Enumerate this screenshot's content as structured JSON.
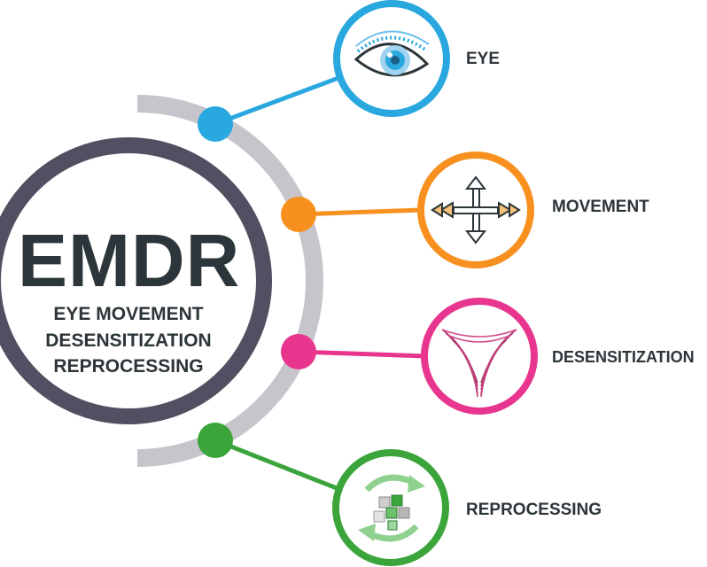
{
  "center": {
    "title": "EMDR",
    "subtitle_lines": [
      "EYE MOVEMENT",
      "DESENSITIZATION",
      "REPROCESSING"
    ]
  },
  "steps": [
    {
      "label": "EYE",
      "color": "#29a8df",
      "icon": "eye-icon"
    },
    {
      "label": "MOVEMENT",
      "color": "#f7901e",
      "icon": "four-way-arrows-icon"
    },
    {
      "label": "DESENSITIZATION",
      "color": "#e8368f",
      "icon": "wave-lines-icon"
    },
    {
      "label": "REPROCESSING",
      "color": "#3ba53b",
      "icon": "recycle-arrows-icon"
    }
  ],
  "colors": {
    "main_ring": "#514f61",
    "arc": "#c6c5cc",
    "text": "#2c3539"
  }
}
